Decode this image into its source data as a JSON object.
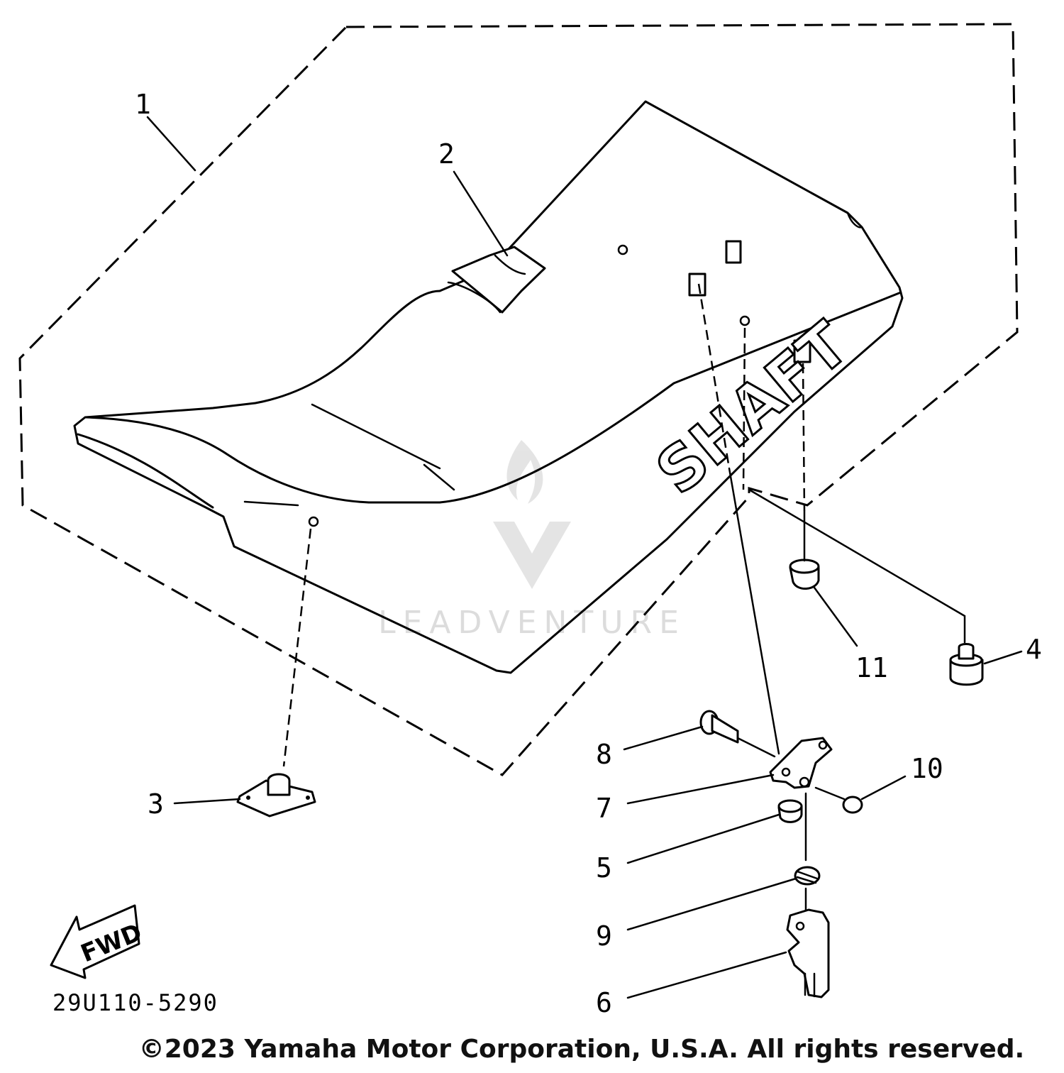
{
  "diagram": {
    "part_code": "29U110-5290",
    "seat_logo": "SHAFT",
    "fwd_label": "FWD",
    "watermark": "LEADVENTURE",
    "copyright": "©2023 Yamaha Motor Corporation, U.S.A. All rights reserved.",
    "callouts": [
      {
        "id": "c1",
        "label": "1"
      },
      {
        "id": "c2",
        "label": "2"
      },
      {
        "id": "c3",
        "label": "3"
      },
      {
        "id": "c4",
        "label": "4"
      },
      {
        "id": "c5",
        "label": "5"
      },
      {
        "id": "c6",
        "label": "6"
      },
      {
        "id": "c7",
        "label": "7"
      },
      {
        "id": "c8",
        "label": "8"
      },
      {
        "id": "c9",
        "label": "9"
      },
      {
        "id": "c10",
        "label": "10"
      },
      {
        "id": "c11",
        "label": "11"
      }
    ]
  }
}
